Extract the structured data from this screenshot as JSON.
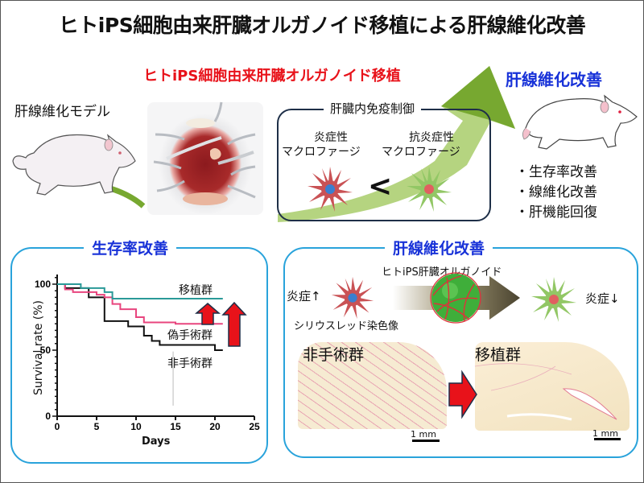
{
  "title": "ヒトiPS細胞由来肝臓オルガノイド移植による肝線維化改善",
  "top": {
    "transplant_heading": "ヒトiPS細胞由来肝臓オルガノイド移植",
    "model_label": "肝線維化モデル",
    "improvement_heading": "肝線維化改善",
    "immune_box": {
      "title": "肝臓内免疫制御",
      "inflammatory_label_1": "炎症性",
      "inflammatory_label_2": "マクロファージ",
      "anti_inflammatory_label_1": "抗炎症性",
      "anti_inflammatory_label_2": "マクロファージ",
      "comparison_symbol": "<"
    },
    "outcomes": [
      "・生存率改善",
      "・線維化改善",
      "・肝機能回復"
    ]
  },
  "survival_panel": {
    "title": "生存率改善",
    "group_labels": {
      "transplant": "移植群",
      "sham": "偽手術群",
      "no_surgery": "非手術群"
    }
  },
  "fibrosis_panel": {
    "title": "肝線維化改善",
    "organoid_label": "ヒトiPS肝臓オルガノイド",
    "inflammation_up": "炎症↑",
    "inflammation_down": "炎症↓",
    "stain_label": "シリウスレッド染色像",
    "no_surgery_label": "非手術群",
    "transplant_label": "移植群",
    "scale_bar_label_left": "1 mm",
    "scale_bar_label_right": "1 mm"
  },
  "colors": {
    "title_red": "#e8121a",
    "heading_blue": "#1832d8",
    "panel_border": "#29a3db",
    "transplant_line": "#2a9a98",
    "sham_line": "#e8457e",
    "no_surgery_line": "#111111",
    "arrow_green": "#77a830",
    "arrow_red": "#e8121a"
  },
  "chart_data": {
    "type": "line",
    "subtype": "kaplan-meier step",
    "title": "生存率改善",
    "xlabel": "Days",
    "ylabel": "Survival rate (%)",
    "xlim": [
      0,
      25
    ],
    "ylim": [
      0,
      100
    ],
    "x_ticks": [
      0,
      5,
      10,
      15,
      20,
      25
    ],
    "y_ticks": [
      0,
      50,
      100
    ],
    "grid": false,
    "series": [
      {
        "name": "移植群",
        "color": "#2a9a98",
        "steps": [
          [
            0,
            100
          ],
          [
            3,
            97
          ],
          [
            6,
            94
          ],
          [
            7,
            89
          ],
          [
            21,
            89
          ]
        ]
      },
      {
        "name": "偽手術群",
        "color": "#e8457e",
        "steps": [
          [
            0,
            100
          ],
          [
            1,
            96
          ],
          [
            2,
            94
          ],
          [
            5,
            92
          ],
          [
            6,
            90
          ],
          [
            7,
            85
          ],
          [
            8,
            81
          ],
          [
            10,
            75
          ],
          [
            11,
            71
          ],
          [
            15,
            70
          ],
          [
            21,
            70
          ]
        ]
      },
      {
        "name": "非手術群",
        "color": "#111111",
        "steps": [
          [
            0,
            100
          ],
          [
            1,
            97
          ],
          [
            4,
            90
          ],
          [
            6,
            72
          ],
          [
            9,
            68
          ],
          [
            11,
            61
          ],
          [
            12,
            57
          ],
          [
            13,
            54
          ],
          [
            20,
            50
          ],
          [
            21,
            50
          ]
        ]
      }
    ],
    "annotations": [
      "移植群",
      "偽手術群",
      "非手術群"
    ]
  }
}
